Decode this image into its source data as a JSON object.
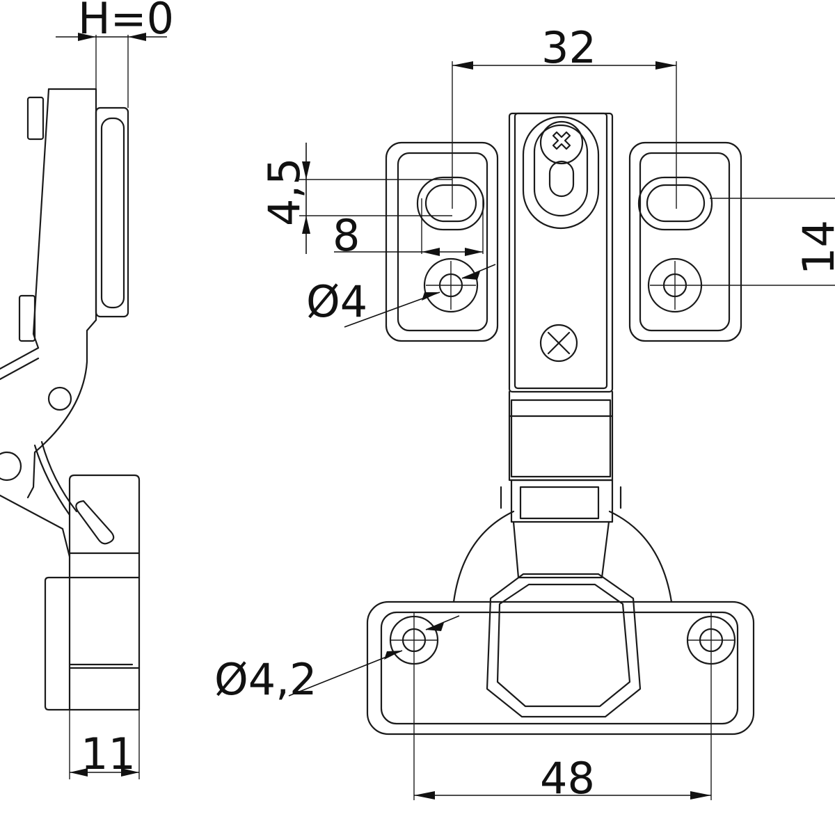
{
  "dimensions": {
    "overlay": "H=0",
    "hole_spacing_top": "32",
    "slot_height": "4,5",
    "slot_width": "8",
    "hole_dia_top": "Ø4",
    "hole_dia_plate": "Ø4,2",
    "plate_hole_spacing": "48",
    "plate_thickness": "11",
    "vertical_spacing_partial": "14"
  }
}
